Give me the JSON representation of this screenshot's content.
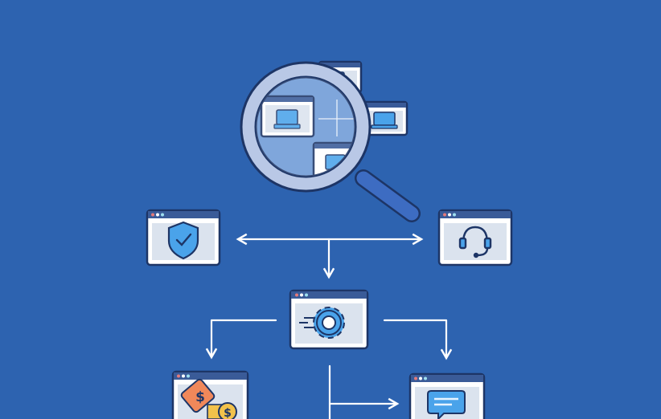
{
  "colors": {
    "background": "#2d63b0",
    "window_border": "#1d3566",
    "icon_blue": "#4aa3ea",
    "tag_orange": "#f0885a",
    "coin_gold": "#f2c24b",
    "lens_glass": "#8fb2e0"
  },
  "nodes": [
    {
      "id": "search",
      "icon": "magnifying-glass-icon"
    },
    {
      "id": "security",
      "icon": "shield-check-icon"
    },
    {
      "id": "support",
      "icon": "headset-icon"
    },
    {
      "id": "processing",
      "icon": "gear-icon"
    },
    {
      "id": "billing",
      "icon": "price-tag-coins-icon"
    },
    {
      "id": "messaging",
      "icon": "chat-bubble-icon"
    }
  ],
  "billing": {
    "tag_symbol": "$",
    "coin_symbol": "$"
  }
}
